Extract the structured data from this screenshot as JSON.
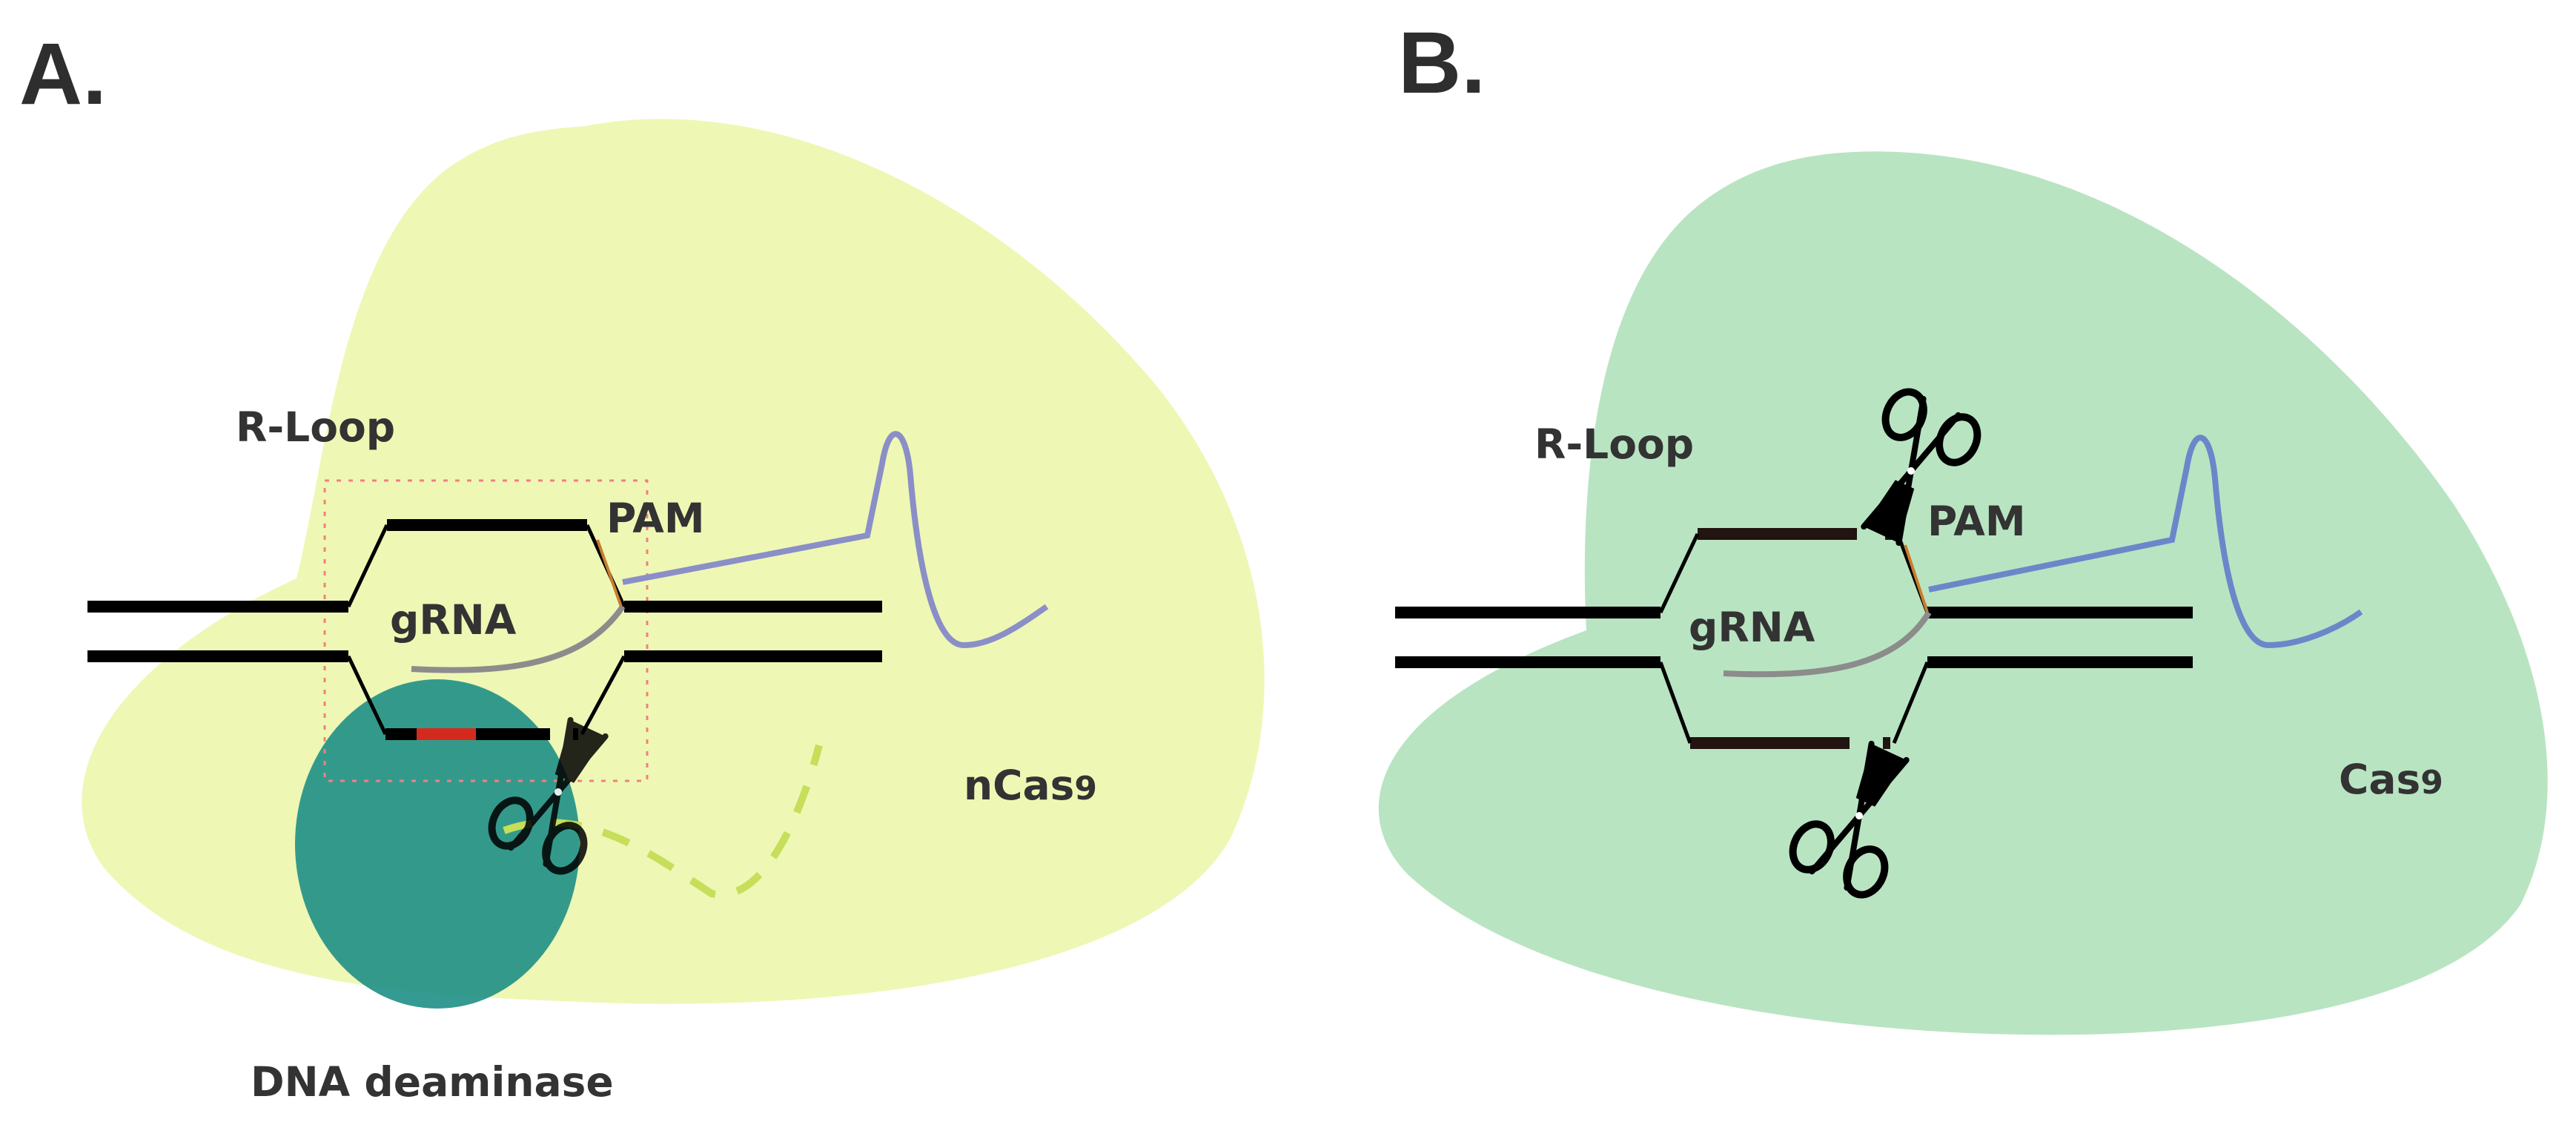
{
  "panel_a": {
    "letter": "A.",
    "r_loop": "R-Loop",
    "pam": "PAM",
    "grna": "gRNA",
    "enzyme": "nCas",
    "enzyme_suffix": "9",
    "deaminase": "DNA deaminase"
  },
  "panel_b": {
    "letter": "B.",
    "r_loop": "R-Loop",
    "pam": "PAM",
    "grna": "gRNA",
    "enzyme": "Cas",
    "enzyme_suffix": "9"
  },
  "colors": {
    "ncas9_body": "#eff7b4",
    "cas9_body": "#b9e4c2",
    "deaminase": "#1e8f86",
    "dna": "#000000",
    "grna": "#8c8c8c",
    "pam_link": "#c87d2e",
    "scaffold_a": "#8a8fc8",
    "scaffold_b": "#6c87c9",
    "edited_base": "#d42a1e",
    "dashed_rna": "#c6de5a",
    "r_loop_box": "#f08080"
  },
  "icons": [
    "scissors-icon"
  ]
}
